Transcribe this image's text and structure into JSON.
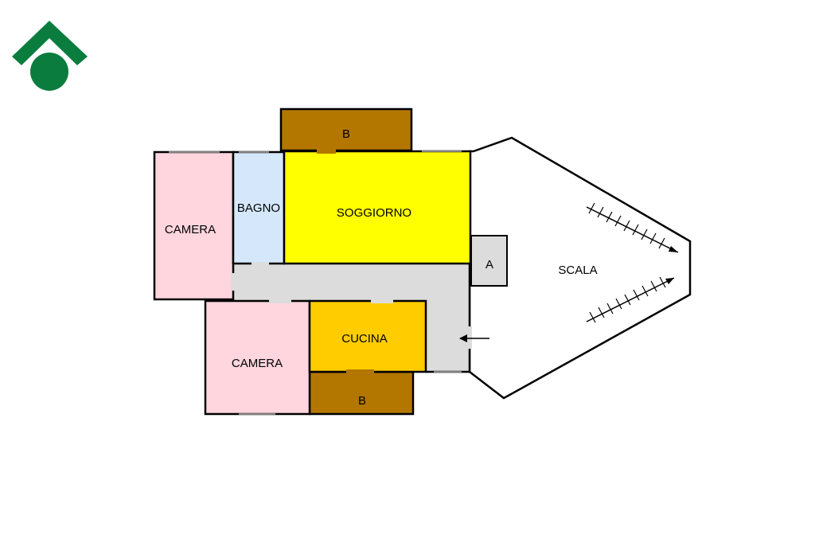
{
  "logo": {
    "icon": "green-house-logo-icon",
    "color": "#0a7d3e"
  },
  "colors": {
    "camera": "#ffd5de",
    "bagno": "#d5e8fb",
    "soggiorno": "#ffff00",
    "cucina": "#ffcc00",
    "balcone": "#b37700",
    "corridoio": "#dcdcdc",
    "armadio": "#dcdcdc",
    "scala": "#ffffff",
    "wall": "#000000"
  },
  "rooms": {
    "camera_1": {
      "label": "CAMERA"
    },
    "bagno": {
      "label": "BAGNO"
    },
    "soggiorno": {
      "label": "SOGGIORNO"
    },
    "balcone_top": {
      "label": "B"
    },
    "armadio": {
      "label": "A"
    },
    "camera_2": {
      "label": "CAMERA"
    },
    "cucina": {
      "label": "CUCINA"
    },
    "balcone_bottom": {
      "label": "B"
    },
    "scala": {
      "label": "SCALA"
    }
  },
  "entrance": {
    "icon": "entrance-arrow-icon"
  }
}
